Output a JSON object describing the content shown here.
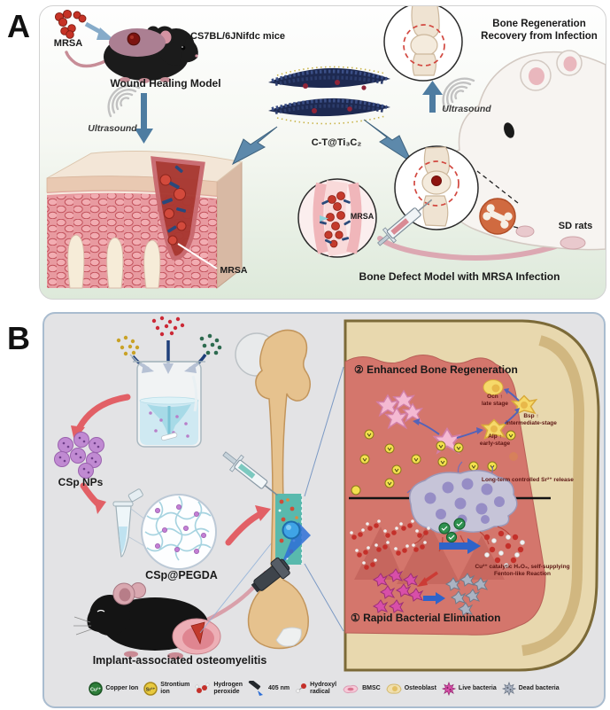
{
  "panel_a": {
    "label": "A",
    "mrsa_inoculum": "MRSA",
    "mice_strain": "CS7BL/6JNifdc mice",
    "wound_model": "Wound Healing Model",
    "ultrasound_left": "Ultrasound",
    "mxene": "C-T@Ti₃C₂",
    "outcome": "Bone Regeneration\nRecovery from Infection",
    "ultrasound_right": "Ultrasound",
    "skin_mrsa": "MRSA",
    "vessel_mrsa": "MRSA",
    "rat_strain": "SD rats",
    "bone_defect_model": "Bone Defect Model with MRSA Infection"
  },
  "panel_b": {
    "label": "B",
    "csp_nps": "CSp NPs",
    "csp_pegda": "CSp@PEGDA",
    "osteomyelitis": "Implant-associated osteomyelitis",
    "regen_title": "② Enhanced Bone Regeneration",
    "ocn_stage": "Ocn ↑\nlate stage",
    "bsp_stage": "Bsp ↑\nintermediate-stage",
    "alp_stage": "Alp ↑\nearly-stage",
    "sr_release": "Long-term controlled Sr²⁺ release",
    "fenton": "Cu²⁺ catalytic H₂O₂, self-supplying\nFenton-like Reaction",
    "elimination_title": "① Rapid Bacterial Elimination"
  },
  "legend": {
    "items": [
      {
        "symbol": "Cu²⁺",
        "label": "Copper Ion"
      },
      {
        "symbol": "Sr²⁺",
        "label": "Strontium\nion"
      },
      {
        "symbol": "",
        "label": "Hydrogen\nperoxide"
      },
      {
        "symbol": "",
        "label": "405 nm"
      },
      {
        "symbol": "",
        "label": "Hydroxyl\nradical"
      },
      {
        "symbol": "",
        "label": "BMSC"
      },
      {
        "symbol": "",
        "label": "Osteoblast"
      },
      {
        "symbol": "",
        "label": "Live bacteria"
      },
      {
        "symbol": "",
        "label": "Dead bacteria"
      }
    ]
  }
}
